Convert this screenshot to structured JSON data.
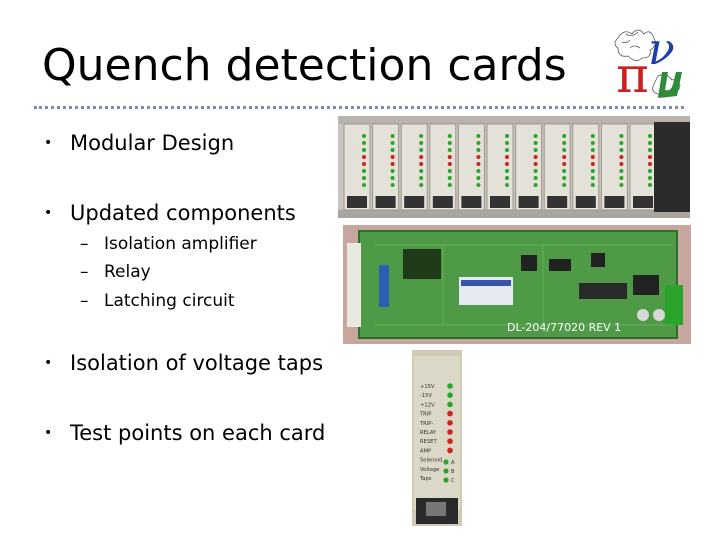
{
  "slide": {
    "title": "Quench detection cards",
    "bullets": [
      {
        "text": "Modular Design"
      },
      {
        "text": "Updated components",
        "sub": [
          "Isolation amplifier",
          "Relay",
          "Latching circuit"
        ]
      },
      {
        "text": "Isolation of voltage taps"
      },
      {
        "text": "Test points on each card"
      }
    ],
    "bullet_glyph": "•",
    "sub_glyph": "–"
  },
  "images": {
    "crate_label": "",
    "board_label": "DL-204/77020 REV 1",
    "card_labels": [
      "+15V",
      "-15V",
      "+12V",
      "TRIP",
      "TRIP-",
      "RELAY",
      "RESET",
      "AMP",
      "Solenoid",
      "Voltage",
      "Taps"
    ],
    "card_tap_labels": [
      "A",
      "B",
      "C"
    ]
  },
  "colors": {
    "rule": "#7b8bb5",
    "board_green": "#4e9a47",
    "led_green": "#2aa52a",
    "led_red": "#cc2222"
  }
}
